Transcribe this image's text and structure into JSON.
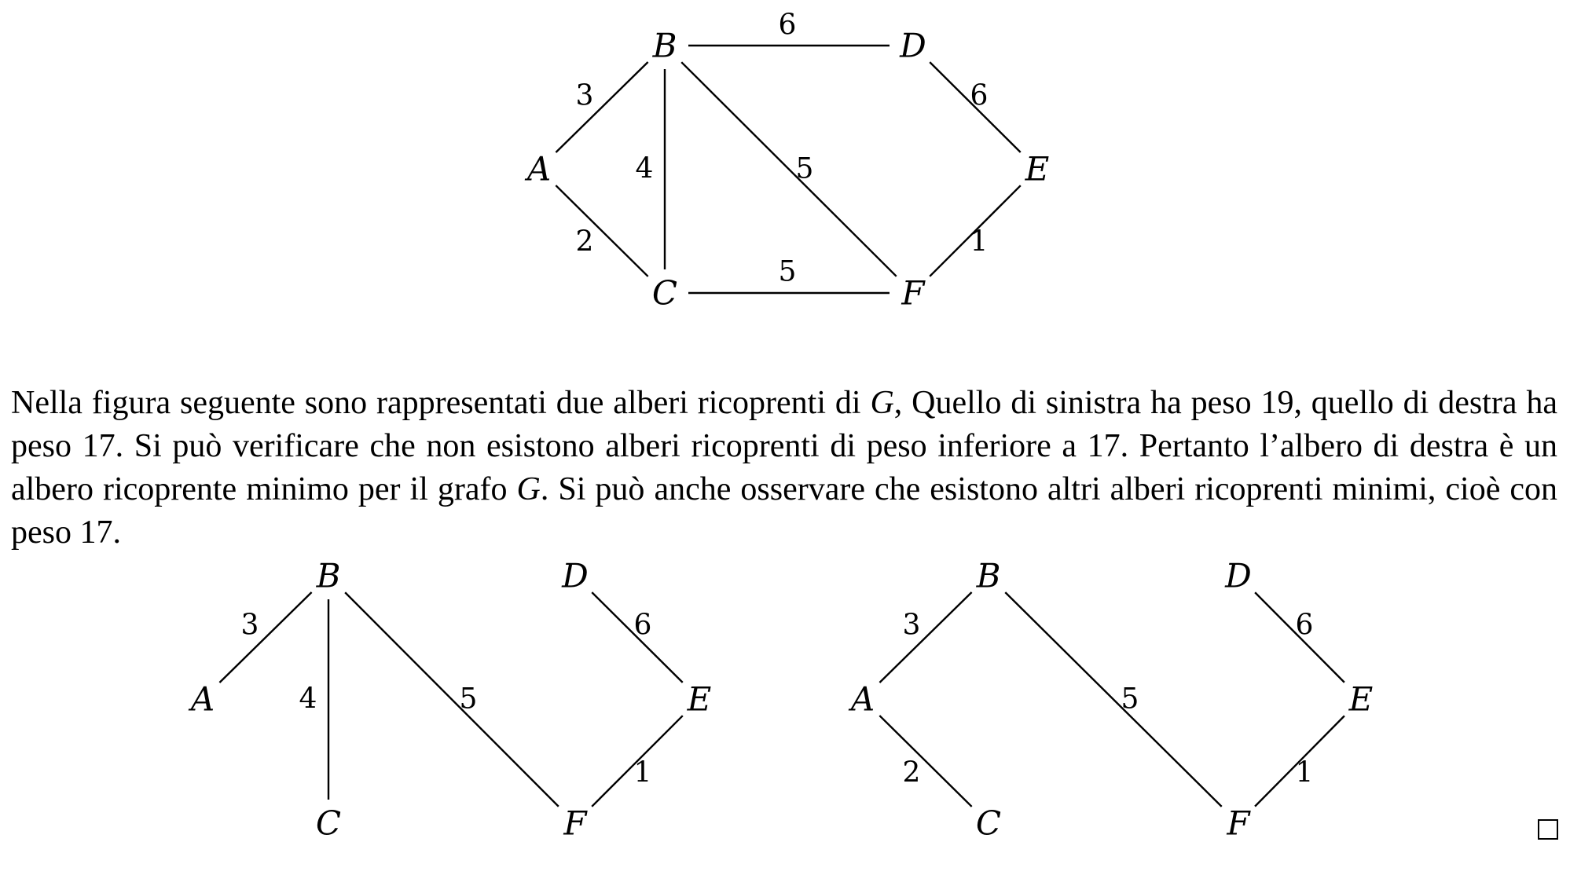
{
  "graph": {
    "nodes": [
      "A",
      "B",
      "C",
      "D",
      "E",
      "F"
    ],
    "edges": [
      {
        "from": "A",
        "to": "B",
        "weight": "3"
      },
      {
        "from": "A",
        "to": "C",
        "weight": "2"
      },
      {
        "from": "B",
        "to": "C",
        "weight": "4"
      },
      {
        "from": "B",
        "to": "D",
        "weight": "6"
      },
      {
        "from": "B",
        "to": "F",
        "weight": "5"
      },
      {
        "from": "C",
        "to": "F",
        "weight": "5"
      },
      {
        "from": "D",
        "to": "E",
        "weight": "6"
      },
      {
        "from": "E",
        "to": "F",
        "weight": "1"
      }
    ]
  },
  "tree_left": {
    "nodes": [
      "A",
      "B",
      "C",
      "D",
      "E",
      "F"
    ],
    "edges": [
      {
        "from": "A",
        "to": "B",
        "weight": "3"
      },
      {
        "from": "B",
        "to": "C",
        "weight": "4"
      },
      {
        "from": "B",
        "to": "F",
        "weight": "5"
      },
      {
        "from": "D",
        "to": "E",
        "weight": "6"
      },
      {
        "from": "E",
        "to": "F",
        "weight": "1"
      }
    ]
  },
  "tree_right": {
    "nodes": [
      "A",
      "B",
      "C",
      "D",
      "E",
      "F"
    ],
    "edges": [
      {
        "from": "A",
        "to": "B",
        "weight": "3"
      },
      {
        "from": "A",
        "to": "C",
        "weight": "2"
      },
      {
        "from": "B",
        "to": "F",
        "weight": "5"
      },
      {
        "from": "D",
        "to": "E",
        "weight": "6"
      },
      {
        "from": "E",
        "to": "F",
        "weight": "1"
      }
    ]
  },
  "text": {
    "p1": "Nella figura seguente sono rappresentati due alberi ricoprenti di ",
    "var_g": "G",
    "p2": ", Quello di sinistra ha peso 19, quello di destra ha peso 17.  Si può verificare che non esistono alberi ricoprenti di peso inferiore a 17.  Pertanto l’albero di destra è un albero ricoprente minimo per il grafo ",
    "p3": ".  Si può anche osservare che esistono altri alberi ricoprenti minimi, cioè con peso 17."
  }
}
